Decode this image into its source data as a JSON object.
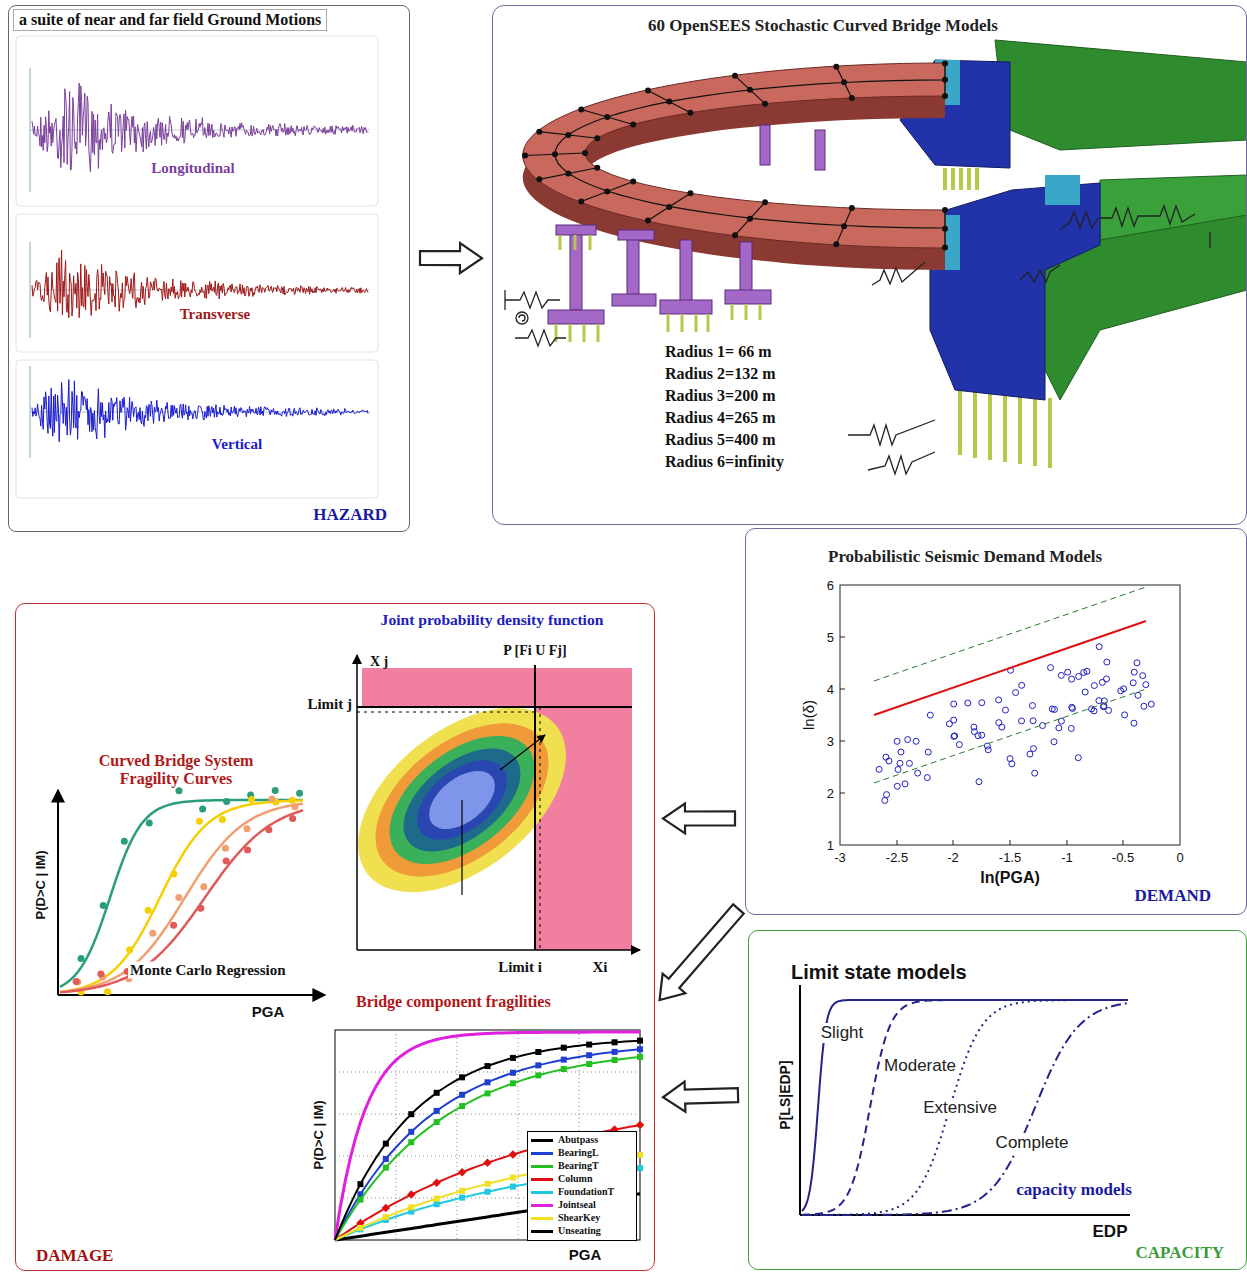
{
  "diagram": {
    "nodes": [
      {
        "text": [
          "a suite of near and far field Ground Motions",
          "HAZARD"
        ]
      },
      {
        "text": [
          "60 OpenSEES Stochastic Curved Bridge Models"
        ]
      },
      {
        "text": [
          "Probabilistic Seismic Demand Models",
          "DEMAND"
        ]
      },
      {
        "text": [
          "DAMAGE"
        ]
      },
      {
        "text": [
          "Joint probability density function"
        ],
        "in": 3
      },
      {
        "text": [
          "Curved Bridge System Fragility Curves"
        ],
        "in": 3
      },
      {
        "text": [
          "Bridge component fragilities"
        ],
        "in": 3
      },
      {
        "text": [
          "Limit state models",
          "CAPACITY"
        ]
      }
    ],
    "edges": [
      {
        "from": 0,
        "to": 1,
        "arrow": "to"
      },
      {
        "from": 2,
        "to": 4,
        "arrow": "to"
      },
      {
        "from": 2,
        "to": 6,
        "arrow": "to"
      },
      {
        "from": 7,
        "to": 6,
        "arrow": "to"
      }
    ],
    "labels": [
      "Longitudinal",
      "Transverse",
      "Vertical",
      "Radius 1= 66 m",
      "Radius 2=132 m",
      "Radius 3=200 m",
      "Radius 4=265 m",
      "Radius 5=400 m",
      "Radius 6=infinity",
      "6",
      "5",
      "4",
      "3",
      "2",
      "1",
      "-3",
      "-2.5",
      "-2",
      "-1.5",
      "-1",
      "-0.5",
      "0",
      "ln(δ)",
      "ln(PGA)",
      "X j",
      "P [Fi U Fj]",
      "Limit j",
      "Limit i",
      "Xi",
      "P(D>C | IM)",
      "Monte Carlo Regression",
      "PGA",
      "P(D>C | IM)",
      "PGA",
      "P[LS|EDP]",
      "Slight",
      "Moderate",
      "Extensive",
      "Complete",
      "capacity models",
      "EDP"
    ],
    "legend": [
      {
        "text": "Abutpass",
        "color": "#000000"
      },
      {
        "text": "BearingL",
        "color": "#1f3fd0"
      },
      {
        "text": "BearingT",
        "color": "#22c022"
      },
      {
        "text": "Column",
        "color": "#e01010"
      },
      {
        "text": "FoundationT",
        "color": "#20c8e0"
      },
      {
        "text": "Jointseal",
        "color": "#e020e0"
      },
      {
        "text": "ShearKey",
        "color": "#f0e020"
      },
      {
        "text": "Unseating",
        "color": "#000000"
      }
    ]
  }
}
